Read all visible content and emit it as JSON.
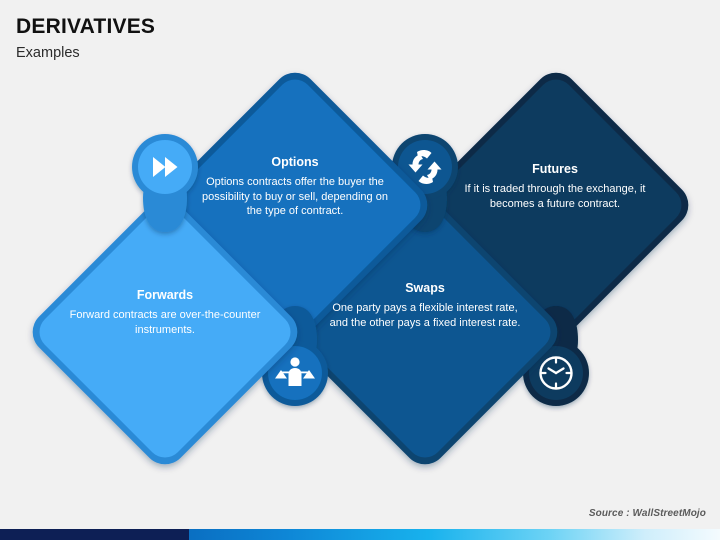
{
  "header": {
    "title": "DERIVATIVES",
    "subtitle": "Examples"
  },
  "diagram": {
    "type": "diamond-cluster",
    "nodes": [
      {
        "id": "forwards",
        "title": "Forwards",
        "description": "Forward contracts are over-the-counter instruments.",
        "icon": "fast-forward-icon",
        "fill": "#45abf7",
        "border": "#2b8ad6",
        "icon_circle_fill": "#45abf7",
        "icon_circle_border": "#2b8ad6"
      },
      {
        "id": "options",
        "title": "Options",
        "description": "Options contracts offer the buyer the possibility to buy or sell, depending on the type of contract.",
        "icon": "swap-arrows-icon",
        "fill": "#1271be",
        "border": "#0d5a9a",
        "icon_circle_fill": "#1271be",
        "icon_circle_border": "#0d5a9a"
      },
      {
        "id": "swaps",
        "title": "Swaps",
        "description": "One party pays a flexible interest rate, and the other pays a fixed interest rate.",
        "icon": "person-scales-icon",
        "fill": "#0b5791",
        "border": "#084470",
        "icon_circle_fill": "#0b5791",
        "icon_circle_border": "#084470"
      },
      {
        "id": "futures",
        "title": "Futures",
        "description": "If it is traded through the exchange, it becomes a future contract.",
        "icon": "clock-icon",
        "fill": "#0b3a5e",
        "border": "#082b46",
        "icon_circle_fill": "#0b3a5e",
        "icon_circle_border": "#082b46"
      }
    ]
  },
  "footer": {
    "source": "Source : WallStreetMojo",
    "bar_navy_color": "#0d1f55",
    "bar_gradient_from": "#0a6fc2",
    "bar_gradient_to": "#f4fbfe"
  },
  "canvas": {
    "background": "#f1f1f1"
  }
}
